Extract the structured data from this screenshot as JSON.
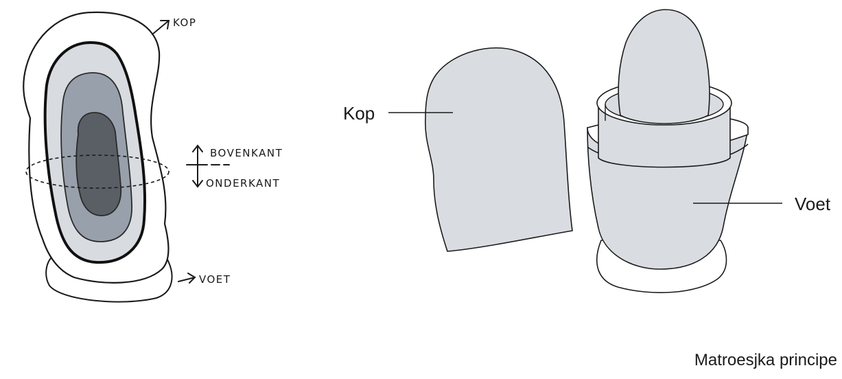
{
  "sketch": {
    "labels": {
      "head": "Kop",
      "top": "Bovenkant",
      "bottom": "Onderkant",
      "foot": "Voet"
    }
  },
  "drawing": {
    "labels": {
      "head": "Kop",
      "foot": "Voet"
    }
  },
  "caption": "Matroesjka principe",
  "colors": {
    "outline": "#1a1a1a",
    "layer_light": "#d8dce0",
    "layer_mid": "#98a0ab",
    "layer_dark": "#5a5f66",
    "body_fill": "#d9dde1"
  }
}
